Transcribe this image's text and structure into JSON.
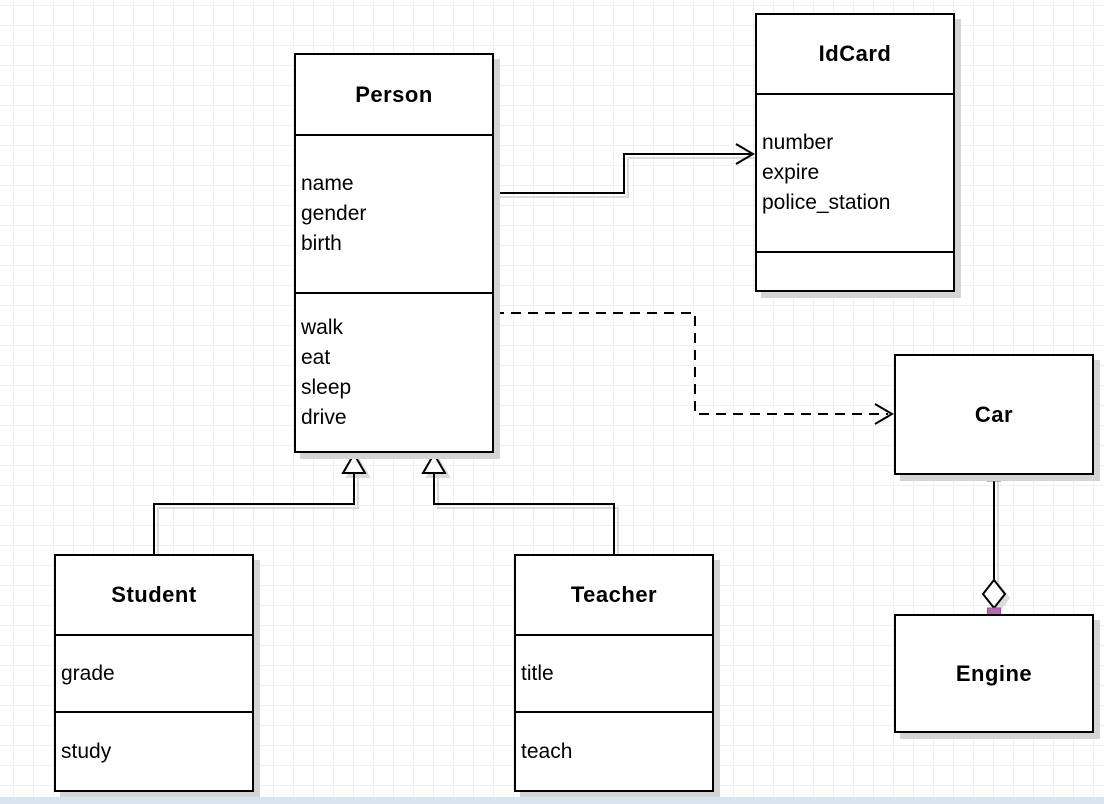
{
  "diagram": {
    "kind": "uml-class-diagram",
    "classes": {
      "person": {
        "title": "Person",
        "attributes": [
          "name",
          "gender",
          "birth"
        ],
        "methods": [
          "walk",
          "eat",
          "sleep",
          "drive"
        ]
      },
      "idcard": {
        "title": "IdCard",
        "attributes": [
          "number",
          "expire",
          "police_station"
        ],
        "methods": []
      },
      "car": {
        "title": "Car",
        "attributes": [],
        "methods": []
      },
      "engine": {
        "title": "Engine",
        "attributes": [],
        "methods": []
      },
      "student": {
        "title": "Student",
        "attributes": [
          "grade"
        ],
        "methods": [
          "study"
        ]
      },
      "teacher": {
        "title": "Teacher",
        "attributes": [
          "title"
        ],
        "methods": [
          "teach"
        ]
      }
    },
    "relationships": [
      {
        "from": "Person",
        "to": "IdCard",
        "type": "association",
        "line": "solid",
        "head": "open-arrow"
      },
      {
        "from": "Person",
        "to": "Car",
        "type": "dependency",
        "line": "dashed",
        "head": "open-arrow"
      },
      {
        "from": "Student",
        "to": "Person",
        "type": "generalization",
        "line": "solid",
        "head": "hollow-triangle"
      },
      {
        "from": "Teacher",
        "to": "Person",
        "type": "generalization",
        "line": "solid",
        "head": "hollow-triangle"
      },
      {
        "from": "Car",
        "to": "Engine",
        "type": "aggregation",
        "line": "solid",
        "head": "hollow-diamond",
        "endpoint_markers": "purple-square"
      }
    ],
    "colors": {
      "stroke": "#000000",
      "shape_fill": "#ffffff",
      "shadow": "#d4d4d4",
      "grid_line": "#f0f0f4",
      "canvas_bg": "#ffffff",
      "endpoint_marker": "#b56bb5",
      "endpoint_marker_border": "#9b4f9b",
      "bottom_strip": "#d9e4ee"
    }
  }
}
